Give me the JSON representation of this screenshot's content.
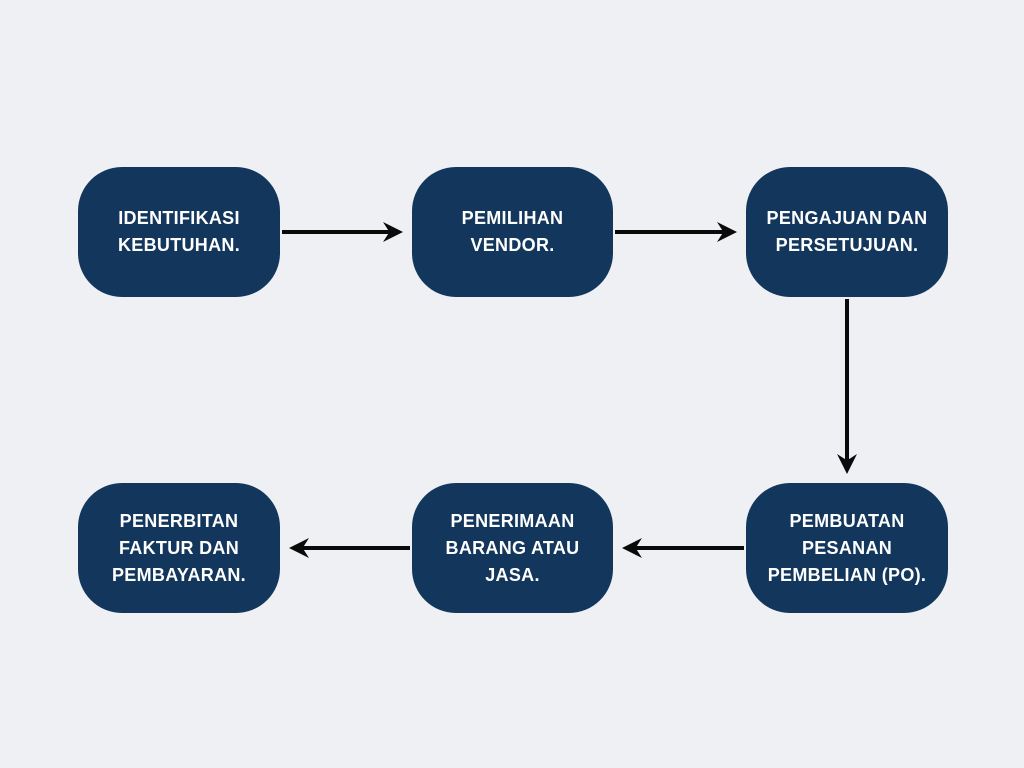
{
  "diagram": {
    "type": "flowchart",
    "description": "Procurement process flow, six steps",
    "colors": {
      "background": "#eef0f4",
      "node_fill": "#13365c",
      "node_text": "#ffffff",
      "arrow": "#0a0a0a"
    },
    "nodes": [
      {
        "id": "identifikasi-kebutuhan",
        "lines": [
          "IDENTIFIKASI",
          "KEBUTUHAN."
        ]
      },
      {
        "id": "pemilihan-vendor",
        "lines": [
          "PEMILIHAN",
          "VENDOR."
        ]
      },
      {
        "id": "pengajuan-dan-persetujuan",
        "lines": [
          "PENGAJUAN DAN",
          "PERSETUJUAN."
        ]
      },
      {
        "id": "pembuatan-pesanan-pembelian-po",
        "lines": [
          "PEMBUATAN",
          "PESANAN",
          "PEMBELIAN (PO)."
        ]
      },
      {
        "id": "penerimaan-barang-atau-jasa",
        "lines": [
          "PENERIMAAN",
          "BARANG ATAU",
          "JASA."
        ]
      },
      {
        "id": "penerbitan-faktur-dan-pembayaran",
        "lines": [
          "PENERBITAN",
          "FAKTUR DAN",
          "PEMBAYARAN."
        ]
      }
    ],
    "edges": [
      {
        "from": "identifikasi-kebutuhan",
        "to": "pemilihan-vendor",
        "direction": "right"
      },
      {
        "from": "pemilihan-vendor",
        "to": "pengajuan-dan-persetujuan",
        "direction": "right"
      },
      {
        "from": "pengajuan-dan-persetujuan",
        "to": "pembuatan-pesanan-pembelian-po",
        "direction": "down"
      },
      {
        "from": "pembuatan-pesanan-pembelian-po",
        "to": "penerimaan-barang-atau-jasa",
        "direction": "left"
      },
      {
        "from": "penerimaan-barang-atau-jasa",
        "to": "penerbitan-faktur-dan-pembayaran",
        "direction": "left"
      }
    ]
  }
}
